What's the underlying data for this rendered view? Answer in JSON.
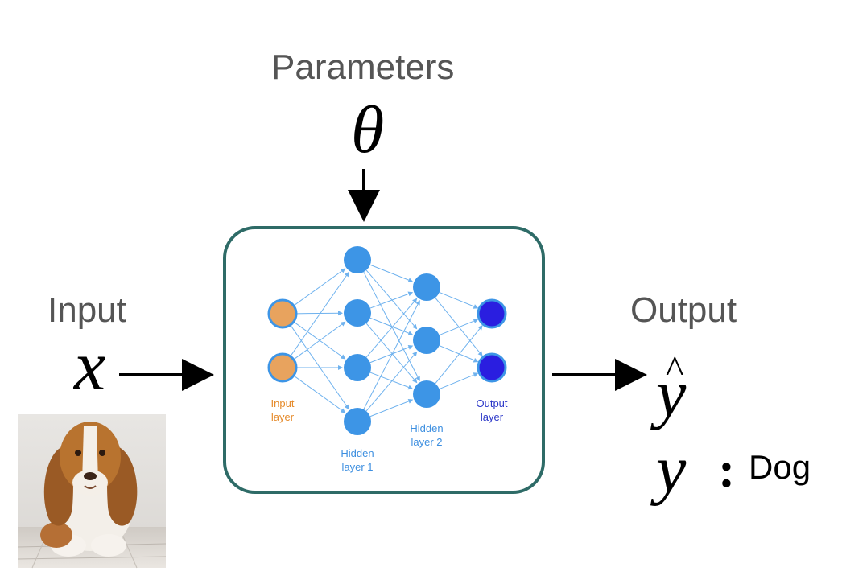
{
  "parameters_label": "Parameters",
  "theta_symbol": "θ",
  "input_label": "Input",
  "input_symbol": "x",
  "output_label": "Output",
  "prediction_symbol": "ŷ",
  "true_label_symbol": "y",
  "colon": ":",
  "true_label_value": "Dog",
  "network": {
    "input_layer_label": [
      "Input",
      "layer"
    ],
    "hidden_layer_1_label": [
      "Hidden",
      "layer 1"
    ],
    "hidden_layer_2_label": [
      "Hidden",
      "layer 2"
    ],
    "output_layer_label": [
      "Output",
      "layer"
    ],
    "layer_sizes": [
      2,
      4,
      3,
      2
    ],
    "colors": {
      "input_node": "#e8a35e",
      "hidden_node": "#3d95e6",
      "output_node": "#2a1ee0",
      "edge": "#6fb2ee",
      "input_text": "#e58a2a",
      "hidden_text": "#3d8fe0",
      "output_text": "#2a36c8"
    }
  },
  "colors": {
    "box_border": "#2e6b67",
    "label_gray": "#555555",
    "arrow": "#000000"
  },
  "image": {
    "subject": "basset hound puppy"
  }
}
